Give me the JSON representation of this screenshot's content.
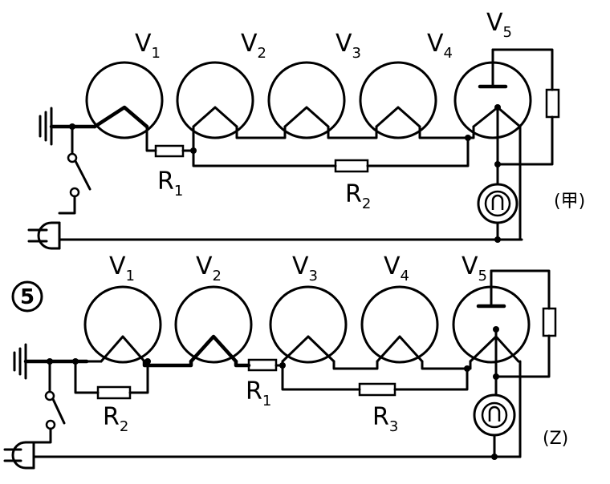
{
  "figure_number": "5",
  "circuits": [
    {
      "tag": "(甲)",
      "tubes": [
        {
          "main": "V",
          "sub": "1"
        },
        {
          "main": "V",
          "sub": "2"
        },
        {
          "main": "V",
          "sub": "3"
        },
        {
          "main": "V",
          "sub": "4"
        },
        {
          "main": "V",
          "sub": "5"
        }
      ],
      "resistors": [
        {
          "main": "R",
          "sub": "1"
        },
        {
          "main": "R",
          "sub": "2"
        }
      ]
    },
    {
      "tag": "(Z)",
      "tubes": [
        {
          "main": "V",
          "sub": "1"
        },
        {
          "main": "V",
          "sub": "2"
        },
        {
          "main": "V",
          "sub": "3"
        },
        {
          "main": "V",
          "sub": "4"
        },
        {
          "main": "V",
          "sub": "5"
        }
      ],
      "resistors": [
        {
          "main": "R",
          "sub": "2"
        },
        {
          "main": "R",
          "sub": "1"
        },
        {
          "main": "R",
          "sub": "3"
        }
      ]
    }
  ]
}
